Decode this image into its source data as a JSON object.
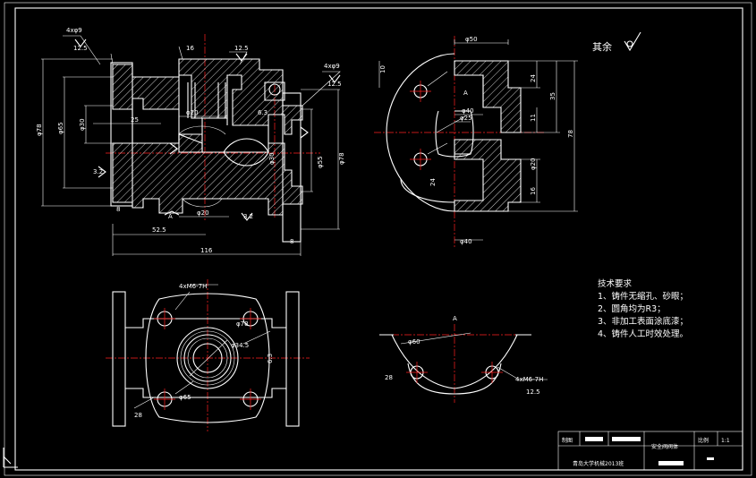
{
  "drawing": {
    "surface_roughness_note": "其余",
    "dimensions": {
      "holes_4x9": "4xφ9",
      "roughness_12_5": "12.5",
      "phi78": "φ78",
      "phi65": "φ65",
      "phi30": "φ30",
      "phi55": "φ55",
      "phi50": "φ50",
      "phi40": "φ40",
      "phi25": "φ25",
      "phi20": "φ20",
      "phi34": "φ34.5",
      "phi60": "φ60",
      "d25": "25",
      "d3_2": "3.2",
      "d52_5": "52.5",
      "d116": "116",
      "d8": "8",
      "d6_3": "6.3",
      "d16": "16",
      "d35": "35",
      "d24": "24",
      "d11": "11",
      "d28": "28",
      "d78": "78",
      "d10": "10",
      "thread_m6": "4xM6-7H",
      "view_a": "A"
    },
    "technical_requirements": {
      "title": "技术要求",
      "items": [
        "1、铸件无缩孔、砂眼；",
        "2、圆角均为R3；",
        "3、非加工表面涂底漆；",
        "4、铸件人工时效处理。"
      ]
    },
    "title_block": {
      "part_name": "安全阀阀体",
      "scale_label": "比例",
      "scale_value": "1:1",
      "drawn_label": "制图",
      "school": "青岛大学机械2013班"
    }
  }
}
